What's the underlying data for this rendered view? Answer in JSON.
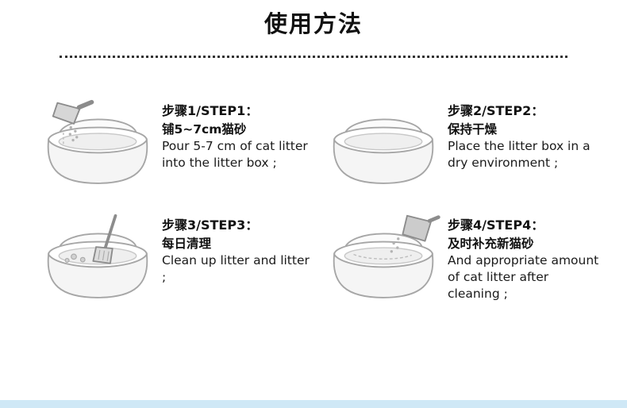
{
  "page": {
    "title": "使用方法"
  },
  "steps": [
    {
      "heading": "步骤1/STEP1：",
      "subtitle": "铺5~7cm猫砂",
      "description": "Pour 5-7 cm of cat litter into the litter box ;",
      "illustration": "litter-box-with-scoop-pouring-litter"
    },
    {
      "heading": "步骤2/STEP2：",
      "subtitle": "保持干燥",
      "description": "Place the litter box in a dry environment ;",
      "illustration": "empty-litter-box"
    },
    {
      "heading": "步骤3/STEP3：",
      "subtitle": "每日清理",
      "description": "Clean up litter and litter ;",
      "illustration": "litter-box-with-shovel-and-clumps"
    },
    {
      "heading": "步骤4/STEP4：",
      "subtitle": "及时补充新猫砂",
      "description": "And appropriate amount of cat litter after cleaning ;",
      "illustration": "litter-box-with-bag-refilling-litter"
    }
  ],
  "colors": {
    "divider": "#333333",
    "footer_strip": "#cfe8f6"
  }
}
